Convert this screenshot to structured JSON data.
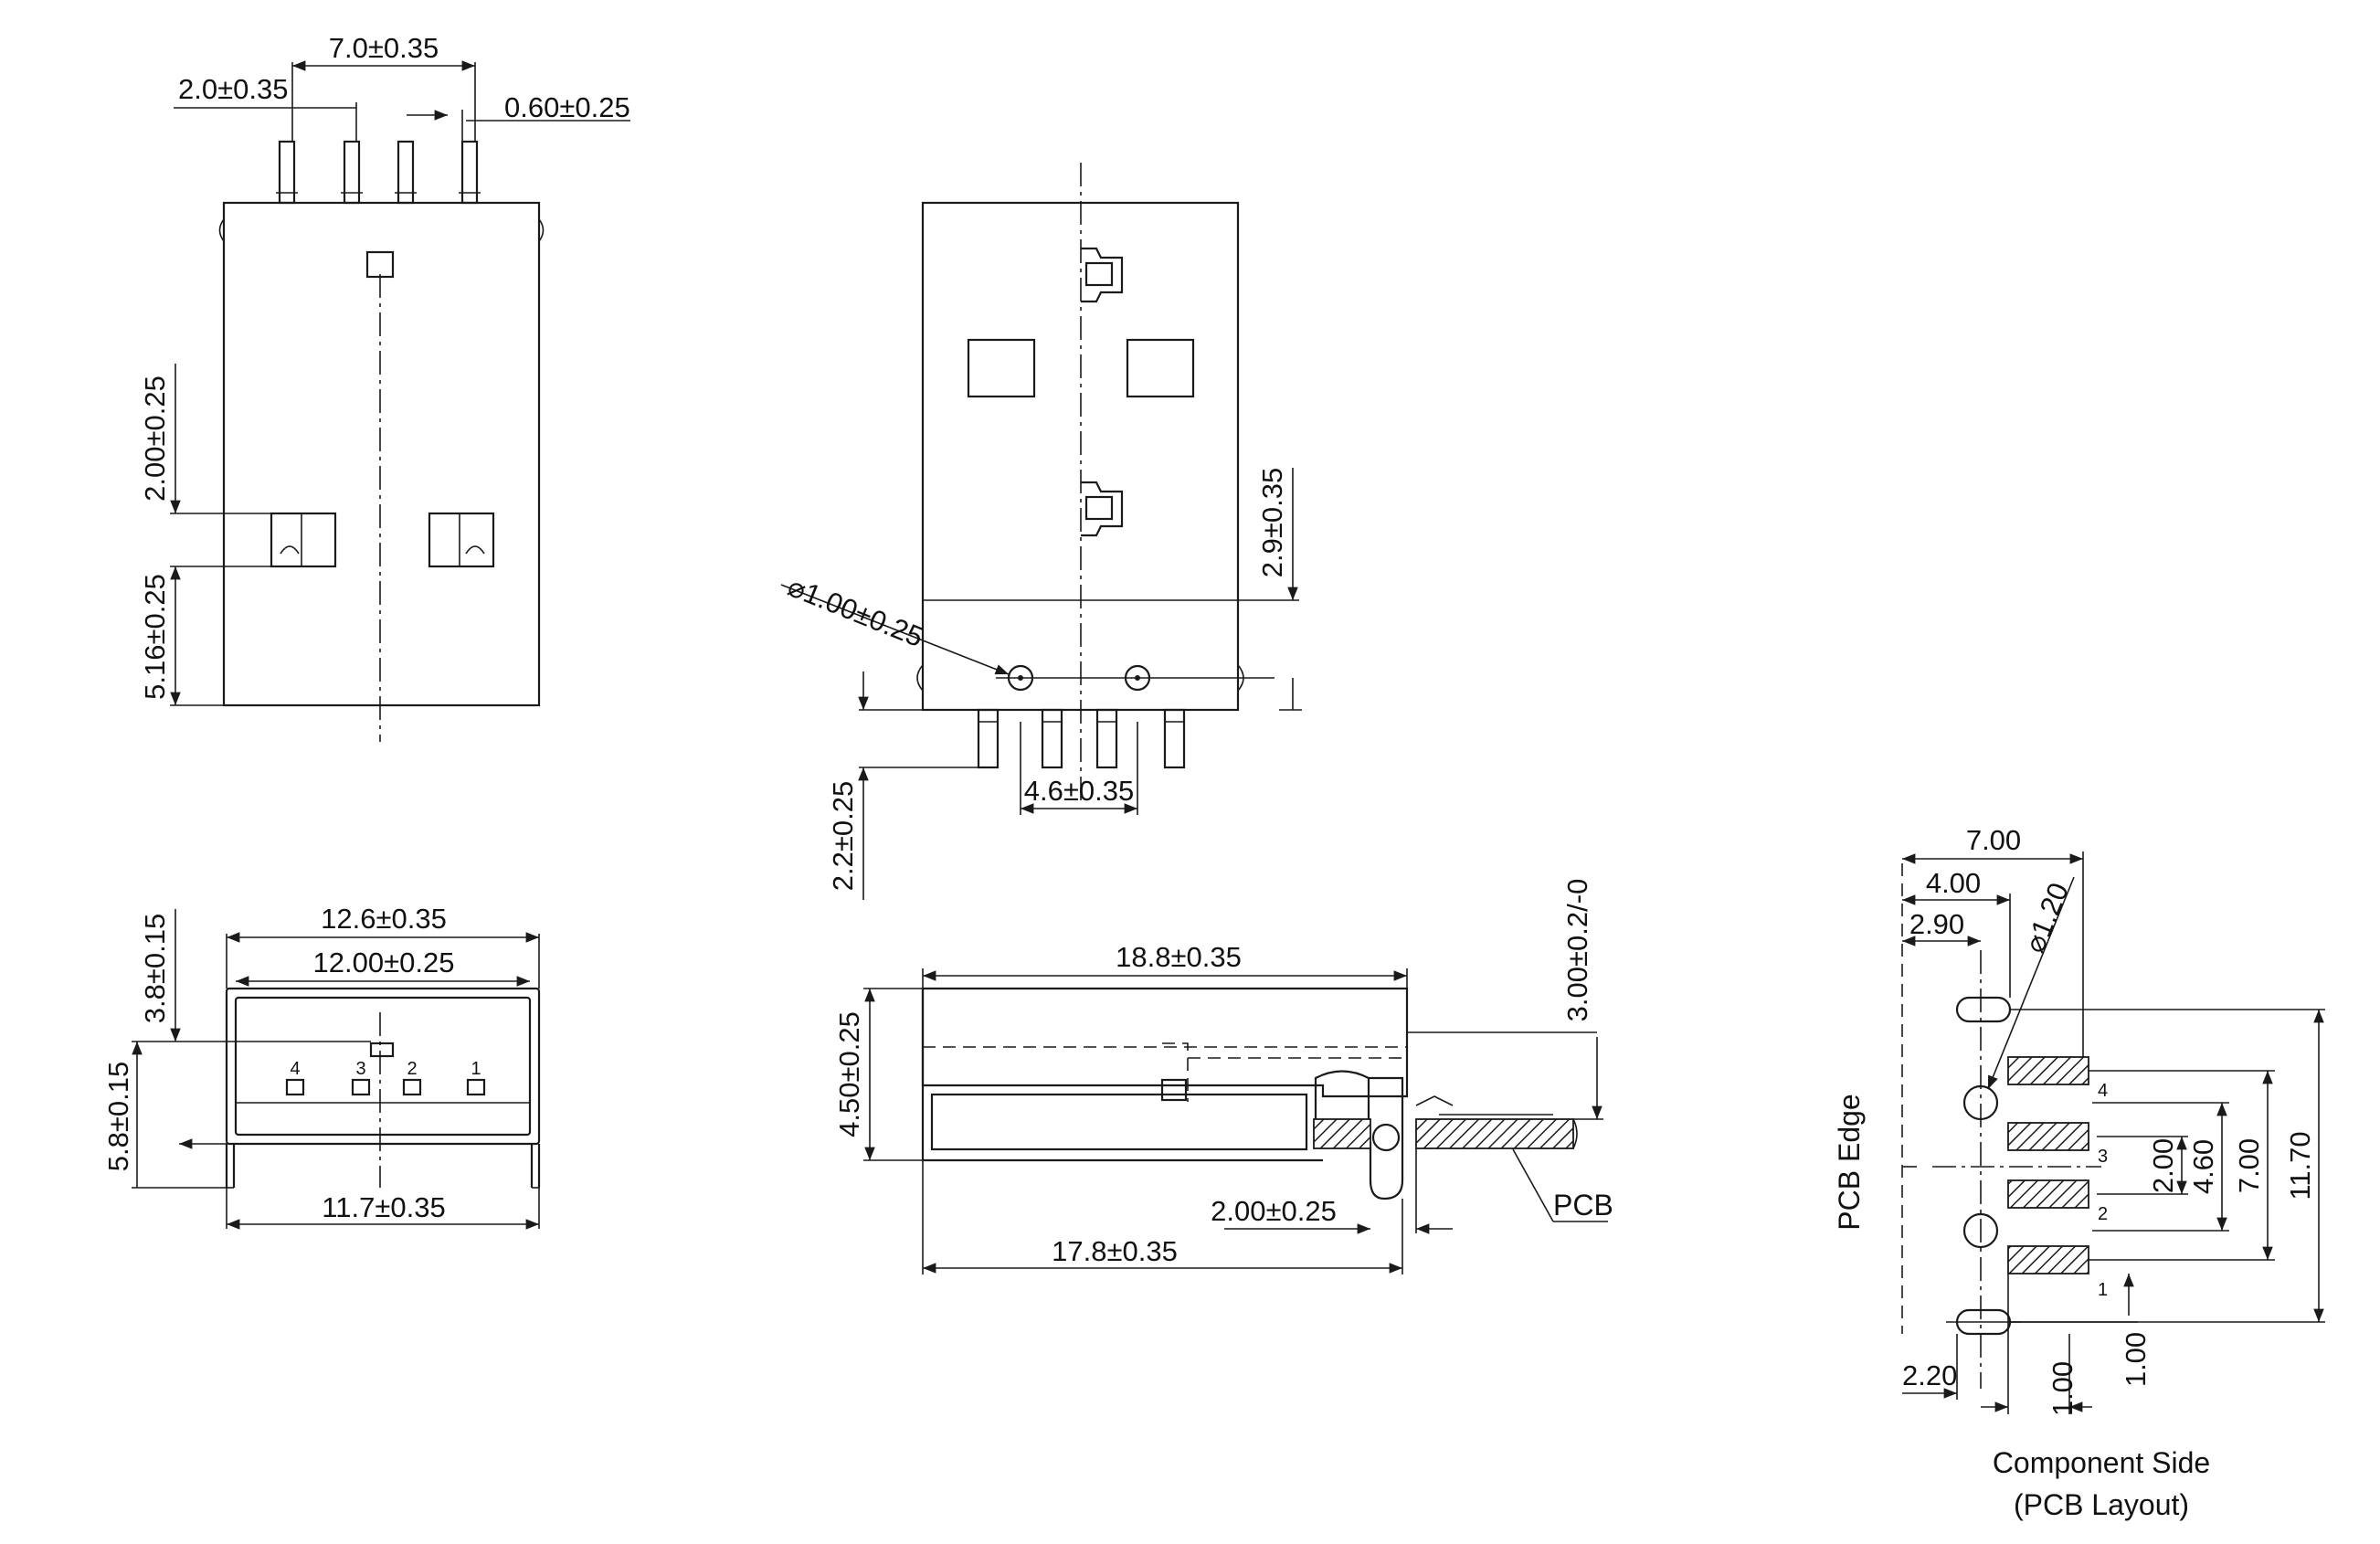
{
  "front_view": {
    "pitch_total": "7.0±0.35",
    "pin_offset": "2.0±0.35",
    "pin_width": "0.60±0.25",
    "tab_height": "2.00±0.25",
    "tab_offset": "5.16±0.25"
  },
  "top_view": {
    "hole_diameter": "⌀1.00±0.25",
    "depth": "2.9±0.35",
    "pin_length": "2.2±0.25",
    "hole_pitch": "4.6±0.35"
  },
  "end_view": {
    "outer_width": "12.6±0.35",
    "inner_width": "12.00±0.25",
    "base_width": "11.7±0.35",
    "upper_height": "3.8±0.15",
    "total_height": "5.8±0.15",
    "pin_numbers": [
      "4",
      "3",
      "2",
      "1"
    ]
  },
  "side_view": {
    "total_length": "18.8±0.35",
    "body_length": "17.8±0.35",
    "height": "4.50±0.25",
    "pcb_thickness": "3.00±0.2/-0",
    "pcb_offset": "2.00±0.25",
    "pcb_label": "PCB"
  },
  "pcb_layout": {
    "width_total": "7.00",
    "dim_400": "4.00",
    "dim_290": "2.90",
    "hole_diameter": "⌀1.20",
    "dim_200": "2.00",
    "dim_460": "4.60",
    "dim_700": "7.00",
    "dim_1170": "11.70",
    "dim_220": "2.20",
    "dim_100_a": "1.00",
    "dim_100_b": "1.00",
    "pcb_edge_label": "PCB Edge",
    "pad_numbers": [
      "4",
      "3",
      "2",
      "1"
    ],
    "caption_line1": "Component Side",
    "caption_line2": "(PCB Layout)"
  }
}
